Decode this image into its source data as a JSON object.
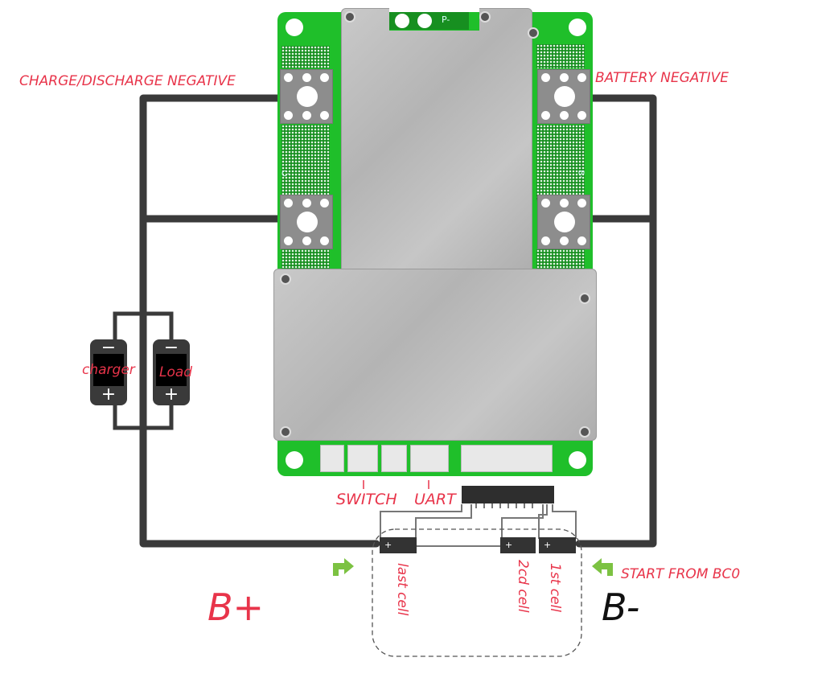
{
  "labels": {
    "charge_discharge_negative": "CHARGE/DISCHARGE NEGATIVE",
    "battery_negative": "BATTERY NEGATIVE",
    "charger": "charger",
    "load": "Load",
    "switch": "SWITCH",
    "uart": "UART",
    "last_cell": "last cell",
    "second_cell": "2cd cell",
    "first_cell": "1st cell",
    "start_from": "START FROM BC0",
    "b_plus": "B+",
    "b_minus": "B-"
  },
  "pcb_marks": {
    "p_minus": "P-",
    "c_minus": "C-",
    "b_minus": "B-",
    "plus": "+",
    "minus": "−"
  },
  "colors": {
    "label_red": "#e8344a",
    "wire": "#3a3a3a",
    "pcb_green": "#1fbf2a",
    "arrow_green": "#7cc242"
  }
}
